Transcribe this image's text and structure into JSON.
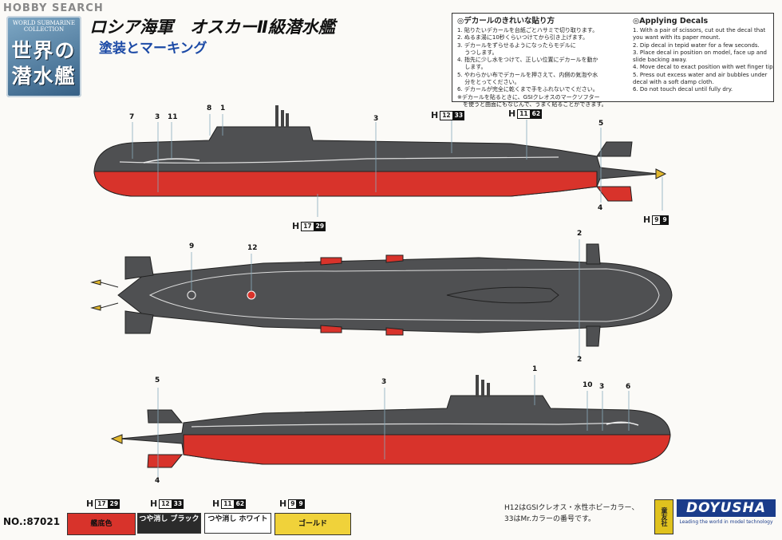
{
  "watermark": "HOBBY SEARCH",
  "logo": {
    "small": "WORLD SUBMARINE COLLECTION",
    "big": "世界の潜水艦"
  },
  "title": "ロシア海軍　オスカーⅡ級潜水艦",
  "subtitle": "塗装とマーキング",
  "notes": {
    "jp_head": "◎デカールのきれいな貼り方",
    "jp_lines": [
      "1. 貼りたいデカールを台紙ごとハサミで切り取ります。",
      "2. ぬるま湯に10秒くらいつけてから引き上げます。",
      "3. デカールをずらせるようになったらモデルに",
      "　 うつします。",
      "4. 指先に少し水をつけて、正しい位置にデカールを動か",
      "　 します。",
      "5. やわらかい布でデカールを押さえて、内側の気泡や水",
      "　 分をとってください。",
      "6. デカールが完全に乾くまで手をふれないでください。",
      "※デカールを貼るときに、GSIクレオスのマークソフター",
      "　を使うと曲面にもなじんで、うまく貼ることができます。"
    ],
    "en_head": "◎Applying Decals",
    "en_lines": [
      "1. With a pair of scissors, cut out the decal that",
      "   you want with its paper mount.",
      "2. Dip decal in tepid water for a few seconds.",
      "3. Place decal in position on model, face up and",
      "   slide backing away.",
      "4. Move decal to exact position with wet finger tip.",
      "5. Press out excess water and air bubbles under",
      "   decal with a soft damp cloth.",
      "6. Do not touch decal until fully dry."
    ]
  },
  "callouts": {
    "top": [
      "7",
      "3",
      "11",
      "8",
      "1",
      "3",
      "5",
      "4"
    ],
    "mid": [
      "9",
      "12",
      "2",
      "2"
    ],
    "bot": [
      "5",
      "4",
      "3",
      "1",
      "10",
      "3",
      "6"
    ]
  },
  "paint_codes": {
    "top_a": {
      "h": "H",
      "a": "12",
      "b": "33"
    },
    "top_b": {
      "h": "H",
      "a": "11",
      "b": "62"
    },
    "top_c": {
      "h": "H",
      "a": "17",
      "b": "29"
    },
    "top_d": {
      "h": "H",
      "a": "9",
      "b": "9"
    }
  },
  "legend": [
    {
      "h": "H",
      "a": "17",
      "b": "29",
      "label": "艦底色",
      "color": "#d8332b"
    },
    {
      "h": "H",
      "a": "12",
      "b": "33",
      "label": "つや消し ブラック",
      "color": "#2b2b2b"
    },
    {
      "h": "H",
      "a": "11",
      "b": "62",
      "label": "つや消し ホワイト",
      "color": "#ffffff"
    },
    {
      "h": "H",
      "a": "9",
      "b": "9",
      "label": "ゴールド",
      "color": "#f0d23a"
    }
  ],
  "model_no": "NO.:87021",
  "bottom_note": {
    "line1": "H12はGSIクレオス・水性ホビーカラー、",
    "line2": "33はMr.カラーの番号です。"
  },
  "maker": {
    "mark": "童友社",
    "name": "DOYUSHA",
    "tag": "Leading the world in model technology"
  },
  "colors": {
    "hull": "#4f5052",
    "red": "#d8332b",
    "gold": "#e2b82e"
  }
}
